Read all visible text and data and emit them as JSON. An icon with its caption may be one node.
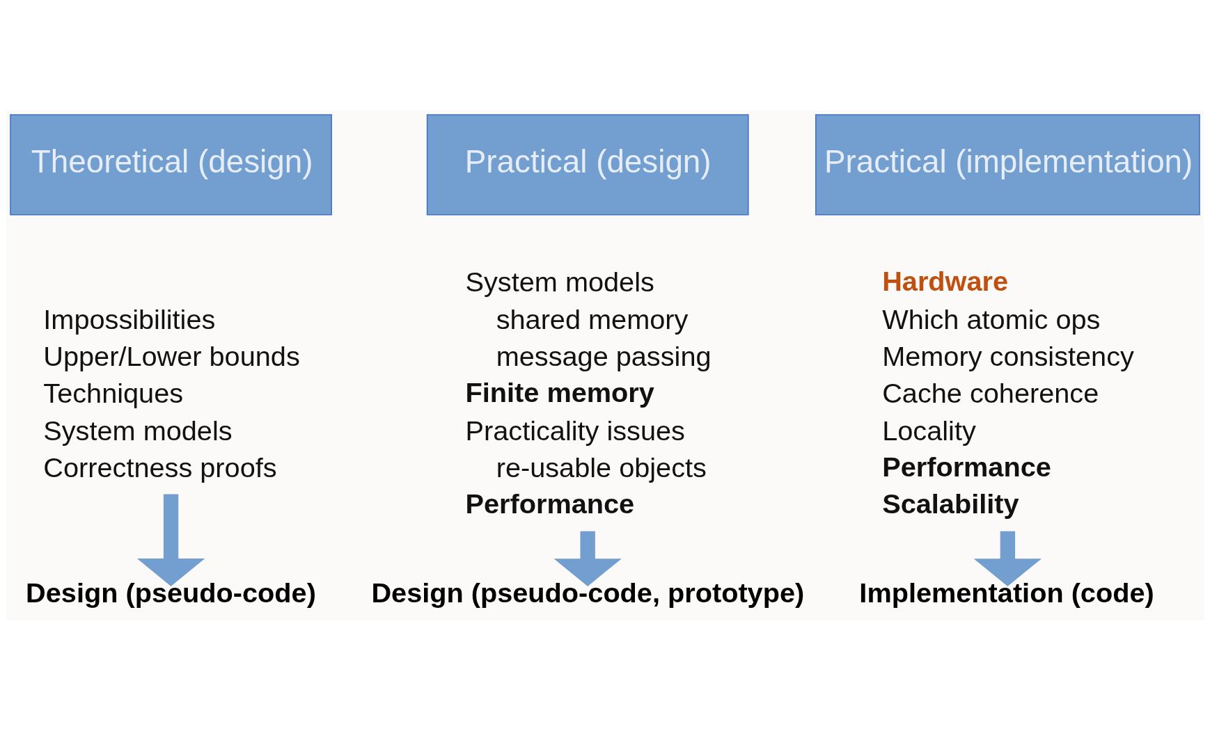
{
  "diagram": {
    "nodes": [
      {
        "text": [
          "Theoretical (design)"
        ]
      },
      {
        "text": [
          "Practical (design)"
        ]
      },
      {
        "text": [
          "Practical (implementation)"
        ]
      },
      {
        "text": [
          "Impossibilities",
          "Upper/Lower bounds",
          "Techniques",
          "System models",
          "Correctness proofs"
        ]
      },
      {
        "text": [
          "System models",
          "shared memory",
          "message passing",
          "Finite memory",
          "Practicality issues",
          "re-usable objects",
          "Performance"
        ]
      },
      {
        "text": [
          "Hardware",
          "Which atomic ops",
          "Memory consistency",
          "Cache coherence",
          "Locality",
          "Performance",
          "Scalability"
        ]
      },
      {
        "text": [
          "Design (pseudo-code)"
        ]
      },
      {
        "text": [
          "Design (pseudo-code, prototype)"
        ]
      },
      {
        "text": [
          "Implementation (code)"
        ]
      }
    ],
    "edges": [
      {
        "from": 3,
        "to": 6,
        "arrow": "to"
      },
      {
        "from": 4,
        "to": 7,
        "arrow": "to"
      },
      {
        "from": 5,
        "to": 8,
        "arrow": "to"
      }
    ]
  }
}
